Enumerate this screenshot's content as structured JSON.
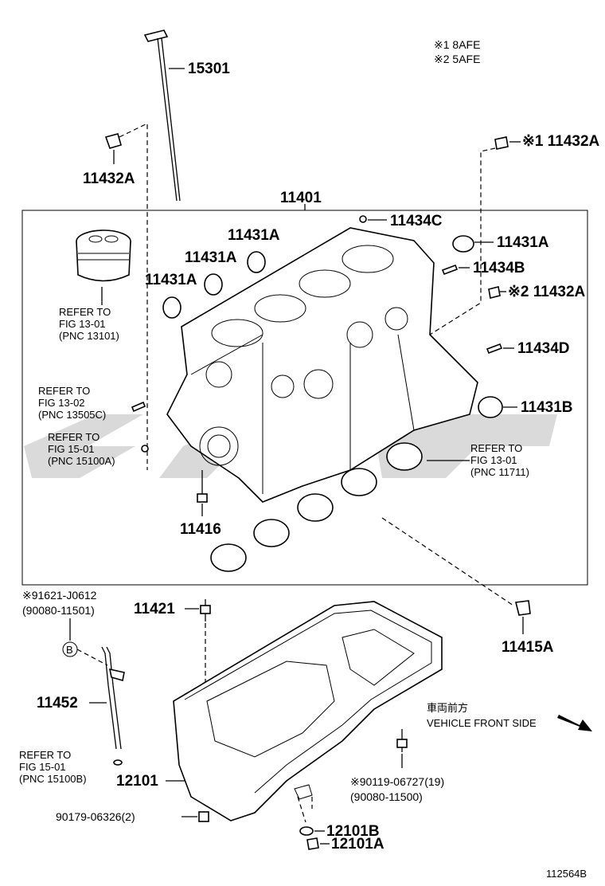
{
  "legend": {
    "note1": "※1  8AFE",
    "note2": "※2  5AFE"
  },
  "labels": {
    "p15301": "15301",
    "p11432A_left": "11432A",
    "p11401": "11401",
    "p11434C": "11434C",
    "p11431A_a": "11431A",
    "p11431A_b": "11431A",
    "p11431A_c": "11431A",
    "p11431A_right": "11431A",
    "p11432A_top": "※1 11432A",
    "p11434B": "11434B",
    "p11432A_mid": "※2 11432A",
    "p11434D": "11434D",
    "p11431B": "11431B",
    "p11416": "11416",
    "p11421": "11421",
    "p11415A": "11415A",
    "p11452": "11452",
    "p12101": "12101",
    "p12101B": "12101B",
    "p12101A": "12101A",
    "p90179": "90179-06326(2)",
    "p91621": "※91621-J0612",
    "p90080_11501": "(90080-11501)",
    "p90119": "※90119-06727(19)",
    "p90080_11500": "(90080-11500)",
    "circle_b": "B",
    "front_jp": "車両前方",
    "front_en": "VEHICLE FRONT SIDE",
    "code": "112564B"
  },
  "refs": {
    "r13101": [
      "REFER TO",
      "FIG 13-01",
      "(PNC 13101)"
    ],
    "r13505": [
      "REFER TO",
      "FIG 13-02",
      "(PNC 13505C)"
    ],
    "r15100A": [
      "REFER TO",
      "FIG 15-01",
      "(PNC 15100A)"
    ],
    "r11711": [
      "REFER TO",
      "FIG 13-01",
      "(PNC 11711)"
    ],
    "r15100B": [
      "REFER TO",
      "FIG 15-01",
      "(PNC 15100B)"
    ]
  }
}
